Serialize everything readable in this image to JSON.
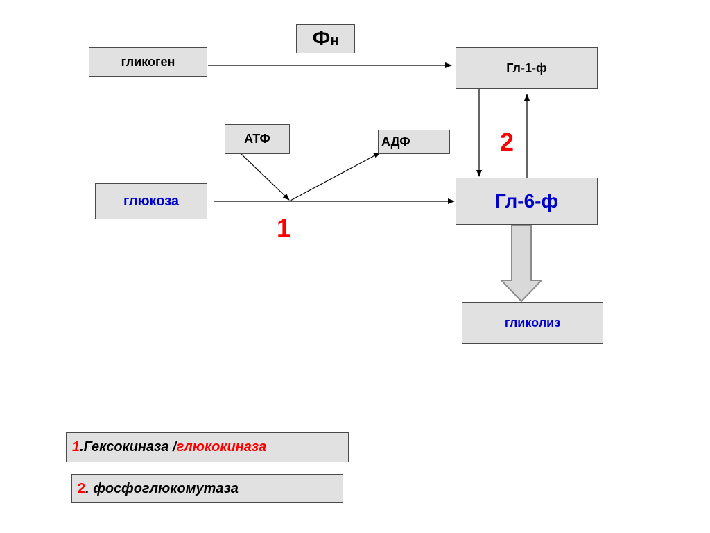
{
  "nodes": {
    "glycogen": "гликоген",
    "phosphate": {
      "main": "Ф",
      "sub": "н"
    },
    "g1p": "Гл-1-ф",
    "atp": "АТФ",
    "adp": "АДФ",
    "glucose": "глюкоза",
    "g6p": "Гл-6-ф",
    "glycolysis": "гликолиз"
  },
  "markers": {
    "one": "1",
    "two": "2"
  },
  "legend": {
    "item1": {
      "num": "1",
      "text_black": ".Гексокиназа /",
      "text_red": "глюкокиназа"
    },
    "item2": {
      "num": "2",
      "text_black": ". фосфоглюкомутаза"
    }
  },
  "colors": {
    "red": "#ff0000",
    "blue": "#0000cc",
    "box_fill": "#e1e1e1",
    "arrow_fill": "#d9d9d9"
  }
}
